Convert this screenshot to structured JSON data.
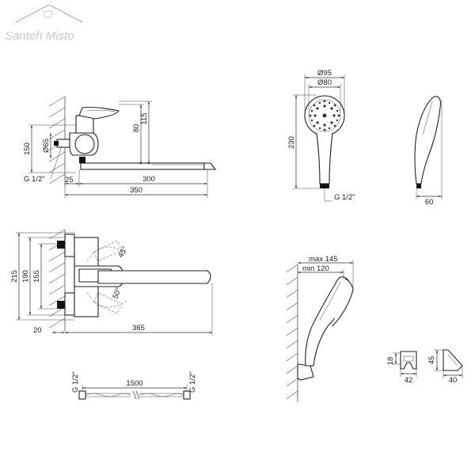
{
  "logo": {
    "text": "Santeh Misto",
    "color": "#c9c9cf"
  },
  "dimensions": {
    "top_left": {
      "d65": "Ø65",
      "h150": "150",
      "h80": "80",
      "h115": "115",
      "g12": "G 1/2\"",
      "w25": "25",
      "w300": "300",
      "w350": "350"
    },
    "shower_head": {
      "d95": "Ø95",
      "d80": "Ø80",
      "h230": "230",
      "g12": "G 1/2\"",
      "w60": "60"
    },
    "front": {
      "h215": "215",
      "h190": "190",
      "h155": "155",
      "a45": "45°",
      "a50": "50°",
      "w20": "20",
      "w365": "365"
    },
    "holder": {
      "max145": "max 145",
      "min120": "min 120"
    },
    "bracket": {
      "h18": "18",
      "w42": "42",
      "h45": "45",
      "w40": "40"
    },
    "hose": {
      "g12_left": "G 1/2\"",
      "len": "1500",
      "g12_right": "G 1/2\""
    }
  }
}
